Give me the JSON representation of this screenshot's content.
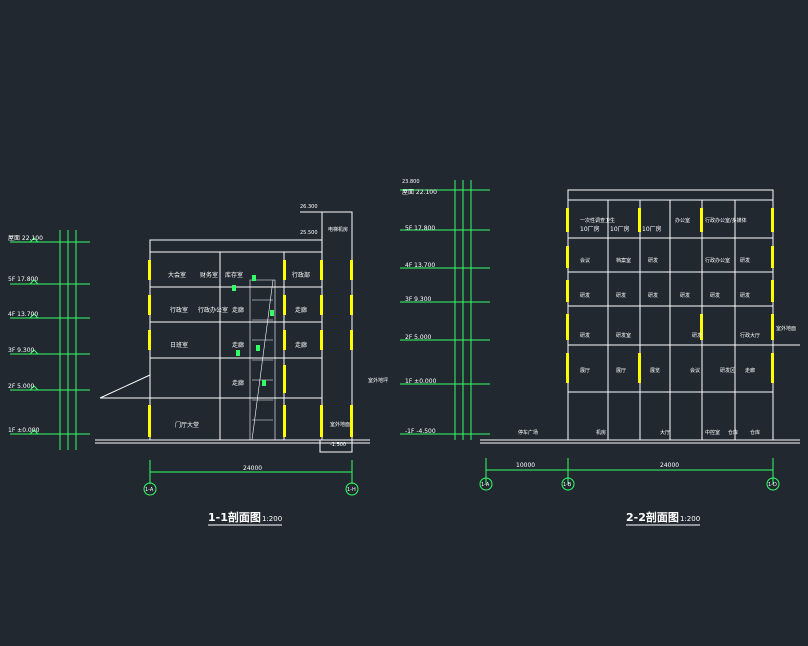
{
  "colors": {
    "background": "#212830",
    "line": "#ffffff",
    "column": "#ffff00",
    "dimension": "#33ff66",
    "axis": "#00ff66"
  },
  "section_1": {
    "title": "1-1剖面图",
    "scale": "1:200",
    "levels": [
      "1F ±0.000",
      "2F 5.000",
      "3F 9.300",
      "4F 13.700",
      "5F 17.800",
      "屋面 22.100"
    ],
    "top_levels": [
      "26.300",
      "25.500"
    ],
    "ground_level": "-1.500",
    "outdoor_label": "室外地坪",
    "total_dim": "24000",
    "axes": [
      "1-A",
      "1-H"
    ],
    "rooms": [
      "大会室",
      "财务室",
      "库存室",
      "行政部",
      "行政办公室",
      "走廊",
      "行政室",
      "日班室",
      "走廊",
      "走廊",
      "走廊",
      "走廊",
      "门厅大堂",
      "电梯机房",
      "室外地面"
    ]
  },
  "section_2": {
    "title": "2-2剖面图",
    "scale": "1:200",
    "levels": [
      "-1F -4.500",
      "1F ±0.000",
      "2F 5.000",
      "3F 9.300",
      "4F 13.700",
      "5F 17.800",
      "屋面 22.100"
    ],
    "top_level": "23.800",
    "outdoor_label": "室外地面",
    "dims": [
      "10000",
      "24000"
    ],
    "axes": [
      "1-A",
      "1-B",
      "1-D"
    ],
    "rooms": [
      "一次性调查卫生",
      "10厂房",
      "10厂房",
      "10厂房",
      "办公室",
      "行政办公室/多媒体",
      "会议",
      "档案室",
      "研发",
      "行政办公室",
      "研发",
      "研发",
      "研发",
      "研发",
      "研发",
      "研发",
      "研发",
      "研发",
      "研发室",
      "研发",
      "行政大厅",
      "展厅",
      "展厅",
      "展览",
      "会议",
      "研发区",
      "走廊",
      "停车广场",
      "机房",
      "大厅",
      "中控室",
      "仓库",
      "仓库",
      "室外地面"
    ]
  }
}
